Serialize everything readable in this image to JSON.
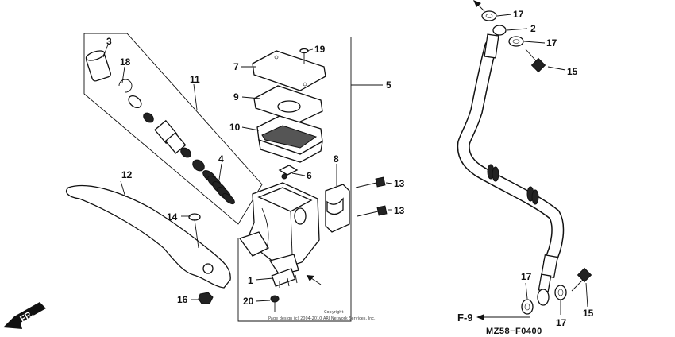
{
  "labels": {
    "p1": "1",
    "p2": "2",
    "p3": "3",
    "p4": "4",
    "p5": "5",
    "p6": "6",
    "p7": "7",
    "p8": "8",
    "p9": "9",
    "p10": "10",
    "p11": "11",
    "p12": "12",
    "p13a": "13",
    "p13b": "13",
    "p14": "14",
    "p15a": "15",
    "p15b": "15",
    "p16": "16",
    "p17a": "17",
    "p17b": "17",
    "p17c": "17",
    "p17d": "17",
    "p18": "18",
    "p19": "19",
    "p20": "20"
  },
  "fr_label": "FR.",
  "ref_label": "F-9",
  "diagram_code": "MZ58−F0400",
  "copyright_line1": "Copyright",
  "copyright_line2": "Page design (c) 2004-2010 ARI Network Services, Inc."
}
